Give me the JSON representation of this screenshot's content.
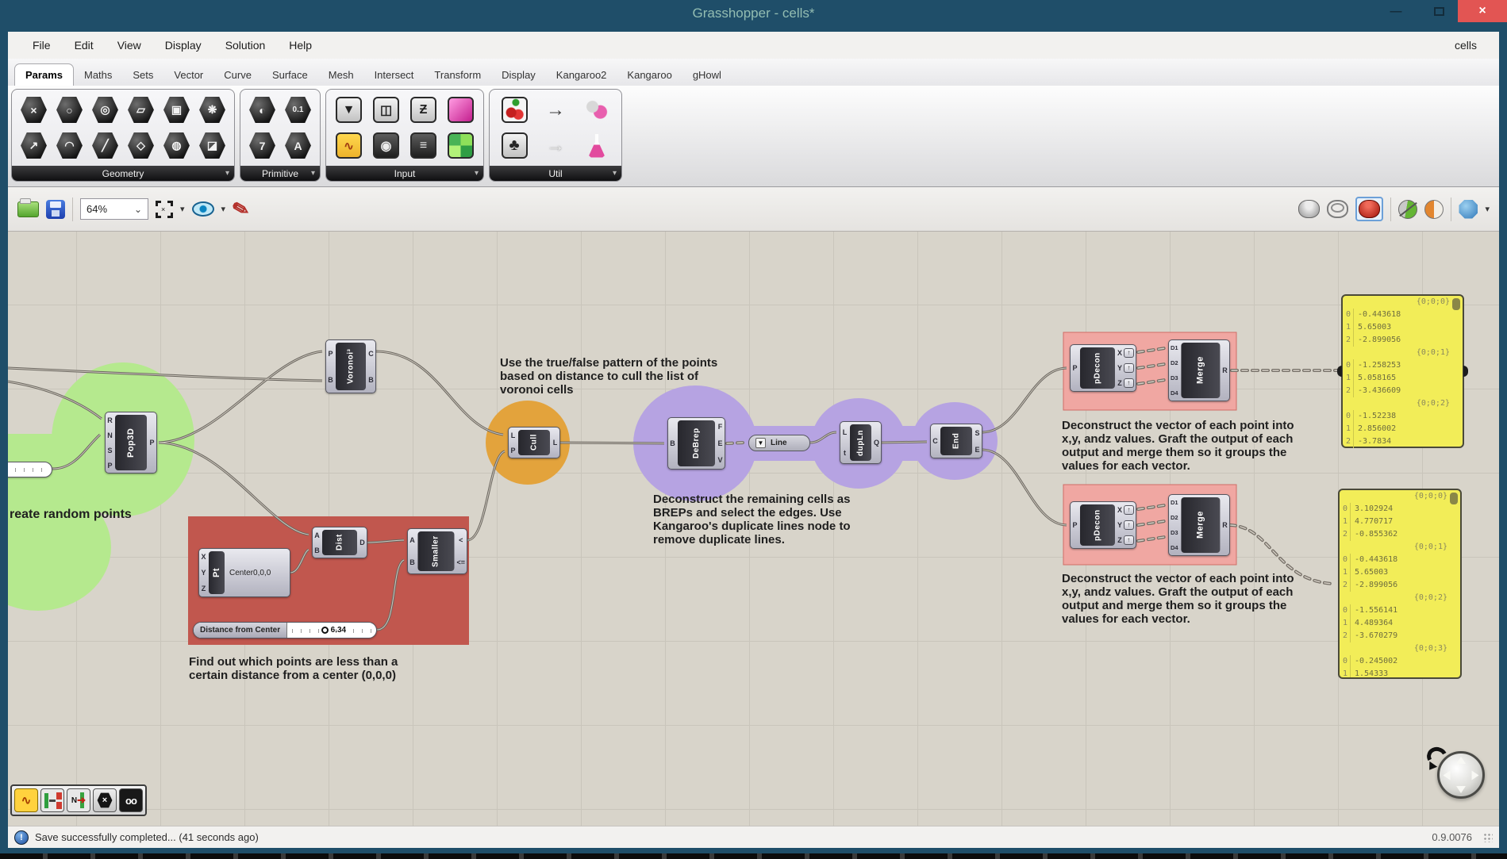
{
  "colors": {
    "frame": "#1f4e69",
    "titlebar_text": "#93bdb2",
    "close": "#e25553",
    "chrome": "#f2f1ef",
    "canvas": "#d8d4ca",
    "grid": "#c9c5bb",
    "blob_green": "#b5e98e",
    "blob_orange": "#e3a33c",
    "blob_purple": "#b6a3e2",
    "group_red": "#c1574e",
    "group_pink": "#f0a7a2",
    "panel_yellow": "#f2ed58",
    "node_dark": "#3a3a41",
    "wire": "#6a665f",
    "selection_blue": "#6ca0d8"
  },
  "titlebar": {
    "title": "Grasshopper - cells*",
    "controls": {
      "minimize": "—",
      "close": "×"
    }
  },
  "menubar": {
    "items": [
      "File",
      "Edit",
      "View",
      "Display",
      "Solution",
      "Help"
    ],
    "right_label": "cells"
  },
  "tabs": {
    "active": "Params",
    "others": [
      "Maths",
      "Sets",
      "Vector",
      "Curve",
      "Surface",
      "Mesh",
      "Intersect",
      "Transform",
      "Display",
      "Kangaroo2",
      "Kangaroo",
      "gHowl"
    ]
  },
  "ribbon": {
    "expander": "▾",
    "groups": [
      {
        "label": "Geometry",
        "icons": [
          {
            "name": "null-geometry-icon",
            "glyph": "×",
            "cls": "hex"
          },
          {
            "name": "circle-icon",
            "glyph": "○",
            "cls": "hex"
          },
          {
            "name": "spiral-icon",
            "glyph": "◎",
            "cls": "hex"
          },
          {
            "name": "plane-icon",
            "glyph": "▱",
            "cls": "hex"
          },
          {
            "name": "box-icon",
            "glyph": "▣",
            "cls": "hex"
          },
          {
            "name": "mesh-icon",
            "glyph": "❋",
            "cls": "hex"
          },
          {
            "name": "vector-icon",
            "glyph": "↗",
            "cls": "hex"
          },
          {
            "name": "curve-icon",
            "glyph": "◠",
            "cls": "hex"
          },
          {
            "name": "line-icon",
            "glyph": "╱",
            "cls": "hex"
          },
          {
            "name": "rectangle-icon",
            "glyph": "◇",
            "cls": "hex"
          },
          {
            "name": "pipe-icon",
            "glyph": "◍",
            "cls": "hex"
          },
          {
            "name": "surface-icon",
            "glyph": "◪",
            "cls": "hex"
          }
        ]
      },
      {
        "label": "Primitive",
        "icons": [
          {
            "name": "boolean-icon",
            "glyph": "◐",
            "cls": "hex"
          },
          {
            "name": "number-icon",
            "glyph": "0.1",
            "cls": "hex small"
          },
          {
            "name": "integer-icon",
            "glyph": "7",
            "cls": "hex"
          },
          {
            "name": "text-icon",
            "glyph": "A",
            "cls": "hex"
          }
        ]
      },
      {
        "label": "Input",
        "icons": [
          {
            "name": "import-icon",
            "glyph": "▼",
            "cls": "sq light"
          },
          {
            "name": "toggle-icon",
            "glyph": "◫",
            "cls": "sq light"
          },
          {
            "name": "graph-mapper-icon",
            "glyph": "Ƶ",
            "cls": "sq light"
          },
          {
            "name": "gradient-icon",
            "glyph": "",
            "cls": "sq pink"
          },
          {
            "name": "number-slider-icon",
            "glyph": "∿",
            "cls": "sq scribble"
          },
          {
            "name": "knob-icon",
            "glyph": "◉",
            "cls": "sq dark"
          },
          {
            "name": "value-list-icon",
            "glyph": "≡",
            "cls": "sq dark"
          },
          {
            "name": "colour-swatch-icon",
            "glyph": "",
            "cls": "sq mosaic"
          }
        ]
      },
      {
        "label": "Util",
        "icons": [
          {
            "name": "cherry-picker-icon",
            "glyph": "",
            "cls": "cherries"
          },
          {
            "name": "data-recorder-icon",
            "glyph": "→",
            "cls": "plain arrow-dark"
          },
          {
            "name": "galapagos-icon",
            "glyph": "",
            "cls": "plain jar"
          },
          {
            "name": "tree-icon",
            "glyph": "♣",
            "cls": "sq light tree"
          },
          {
            "name": "data-dam-icon",
            "glyph": "→",
            "cls": "plain arrow-light"
          },
          {
            "name": "flask-icon",
            "glyph": "",
            "cls": "plain flask"
          }
        ]
      }
    ]
  },
  "canvas_toolbar": {
    "zoom_level": "64%",
    "select_caret": "⌄",
    "caret": "▾",
    "icons": [
      "open-file-icon",
      "save-file-icon",
      "zoom-dropdown",
      "zoom-extents-icon",
      "preview-eye-icon",
      "sketch-pen-icon",
      "preview-off-icon",
      "preview-wireframe-icon",
      "preview-shaded-icon",
      "draw-selected-icon",
      "document-preview-icon",
      "canvas-overlay-icon"
    ]
  },
  "graft_glyph": "↑",
  "nodes": {
    "pop3d": {
      "label": "Pop3D",
      "inputs": [
        "R",
        "N",
        "S",
        "P"
      ],
      "outputs": [
        "P"
      ]
    },
    "voronoi": {
      "label": "Voronoi³",
      "inputs": [
        "P",
        "B"
      ],
      "outputs": [
        "C",
        "B"
      ]
    },
    "pt": {
      "label": "Pt",
      "inputs": [
        "X",
        "Y",
        "Z"
      ],
      "value": "Center0,0,0"
    },
    "dist": {
      "label": "Dist",
      "inputs": [
        "A",
        "B"
      ],
      "outputs": [
        "D"
      ]
    },
    "smaller": {
      "label": "Smaller",
      "inputs": [
        "A",
        "B"
      ],
      "outputs": [
        "<",
        "<="
      ]
    },
    "cull": {
      "label": "Cull",
      "inputs": [
        "L",
        "P"
      ],
      "outputs": [
        "L"
      ]
    },
    "debrep": {
      "label": "DeBrep",
      "inputs": [
        "B"
      ],
      "outputs": [
        "F",
        "E",
        "V"
      ]
    },
    "line_param": {
      "label": "Line",
      "icon_glyph": "▼"
    },
    "dupln": {
      "label": "dupLn",
      "inputs": [
        "L",
        "t"
      ],
      "outputs": [
        "Q"
      ]
    },
    "end_points": {
      "label": "End",
      "inputs": [
        "C"
      ],
      "outputs": [
        "S",
        "E"
      ]
    },
    "pdecon": {
      "label": "pDecon",
      "inputs": [
        "P"
      ],
      "outputs": [
        "X",
        "Y",
        "Z"
      ]
    },
    "merge": {
      "label": "Merge",
      "inputs": [
        "D1",
        "D2",
        "D3",
        "D4"
      ],
      "outputs": [
        "R"
      ]
    }
  },
  "slider": {
    "label": "Distance from Center",
    "value": "6.34"
  },
  "notes": {
    "random_points": "reate random points",
    "distance": "Find out which points are less than a\ncertain distance from a center (0,0,0)",
    "cull": "Use the true/false pattern of the points\nbased on distance to cull the list of\nvoronoi cells",
    "debrep": "Deconstruct the remaining cells as\nBREPs and select the edges. Use\nKangaroo's duplicate lines node to\nremove duplicate lines.",
    "vector": "Deconstruct the vector of each point into\nx,y, andz values. Graft the output of each\noutput and merge them so it groups the\nvalues for each vector."
  },
  "panels": {
    "panel1": {
      "sections": [
        {
          "path": "{0;0;0}",
          "rows": [
            {
              "i": "0",
              "v": "-0.443618"
            },
            {
              "i": "1",
              "v": "5.65003"
            },
            {
              "i": "2",
              "v": "-2.899056"
            }
          ]
        },
        {
          "path": "{0;0;1}",
          "rows": [
            {
              "i": "0",
              "v": "-1.258253"
            },
            {
              "i": "1",
              "v": "5.058165"
            },
            {
              "i": "2",
              "v": "-3.436609"
            }
          ]
        },
        {
          "path": "{0;0;2}",
          "rows": [
            {
              "i": "0",
              "v": "-1.52238"
            },
            {
              "i": "1",
              "v": "2.856002"
            },
            {
              "i": "2",
              "v": "-3.7834"
            }
          ]
        }
      ]
    },
    "panel2": {
      "sections": [
        {
          "path": "{0;0;0}",
          "rows": [
            {
              "i": "0",
              "v": "3.102924"
            },
            {
              "i": "1",
              "v": "4.770717"
            },
            {
              "i": "2",
              "v": "-0.855362"
            }
          ]
        },
        {
          "path": "{0;0;1}",
          "rows": [
            {
              "i": "0",
              "v": "-0.443618"
            },
            {
              "i": "1",
              "v": "5.65003"
            },
            {
              "i": "2",
              "v": "-2.899056"
            }
          ]
        },
        {
          "path": "{0;0;2}",
          "rows": [
            {
              "i": "0",
              "v": "-1.556141"
            },
            {
              "i": "1",
              "v": "4.489364"
            },
            {
              "i": "2",
              "v": "-3.670279"
            }
          ]
        },
        {
          "path": "{0;0;3}",
          "rows": [
            {
              "i": "0",
              "v": "-0.245002"
            },
            {
              "i": "1",
              "v": "1.54333"
            }
          ]
        }
      ]
    }
  },
  "minibar": {
    "icons": [
      "sketch-icon",
      "cluster-icon",
      "n-input-icon",
      "hex-cancel-icon",
      "goggles-icon"
    ],
    "goggles_glyph": "oo",
    "n_glyph": "N",
    "n_arrow": "➔",
    "sketch_glyph": "∿",
    "hex_glyph": "×"
  },
  "statusbar": {
    "message": "Save successfully completed... (41 seconds ago)",
    "icon": "!",
    "version": "0.9.0076"
  }
}
